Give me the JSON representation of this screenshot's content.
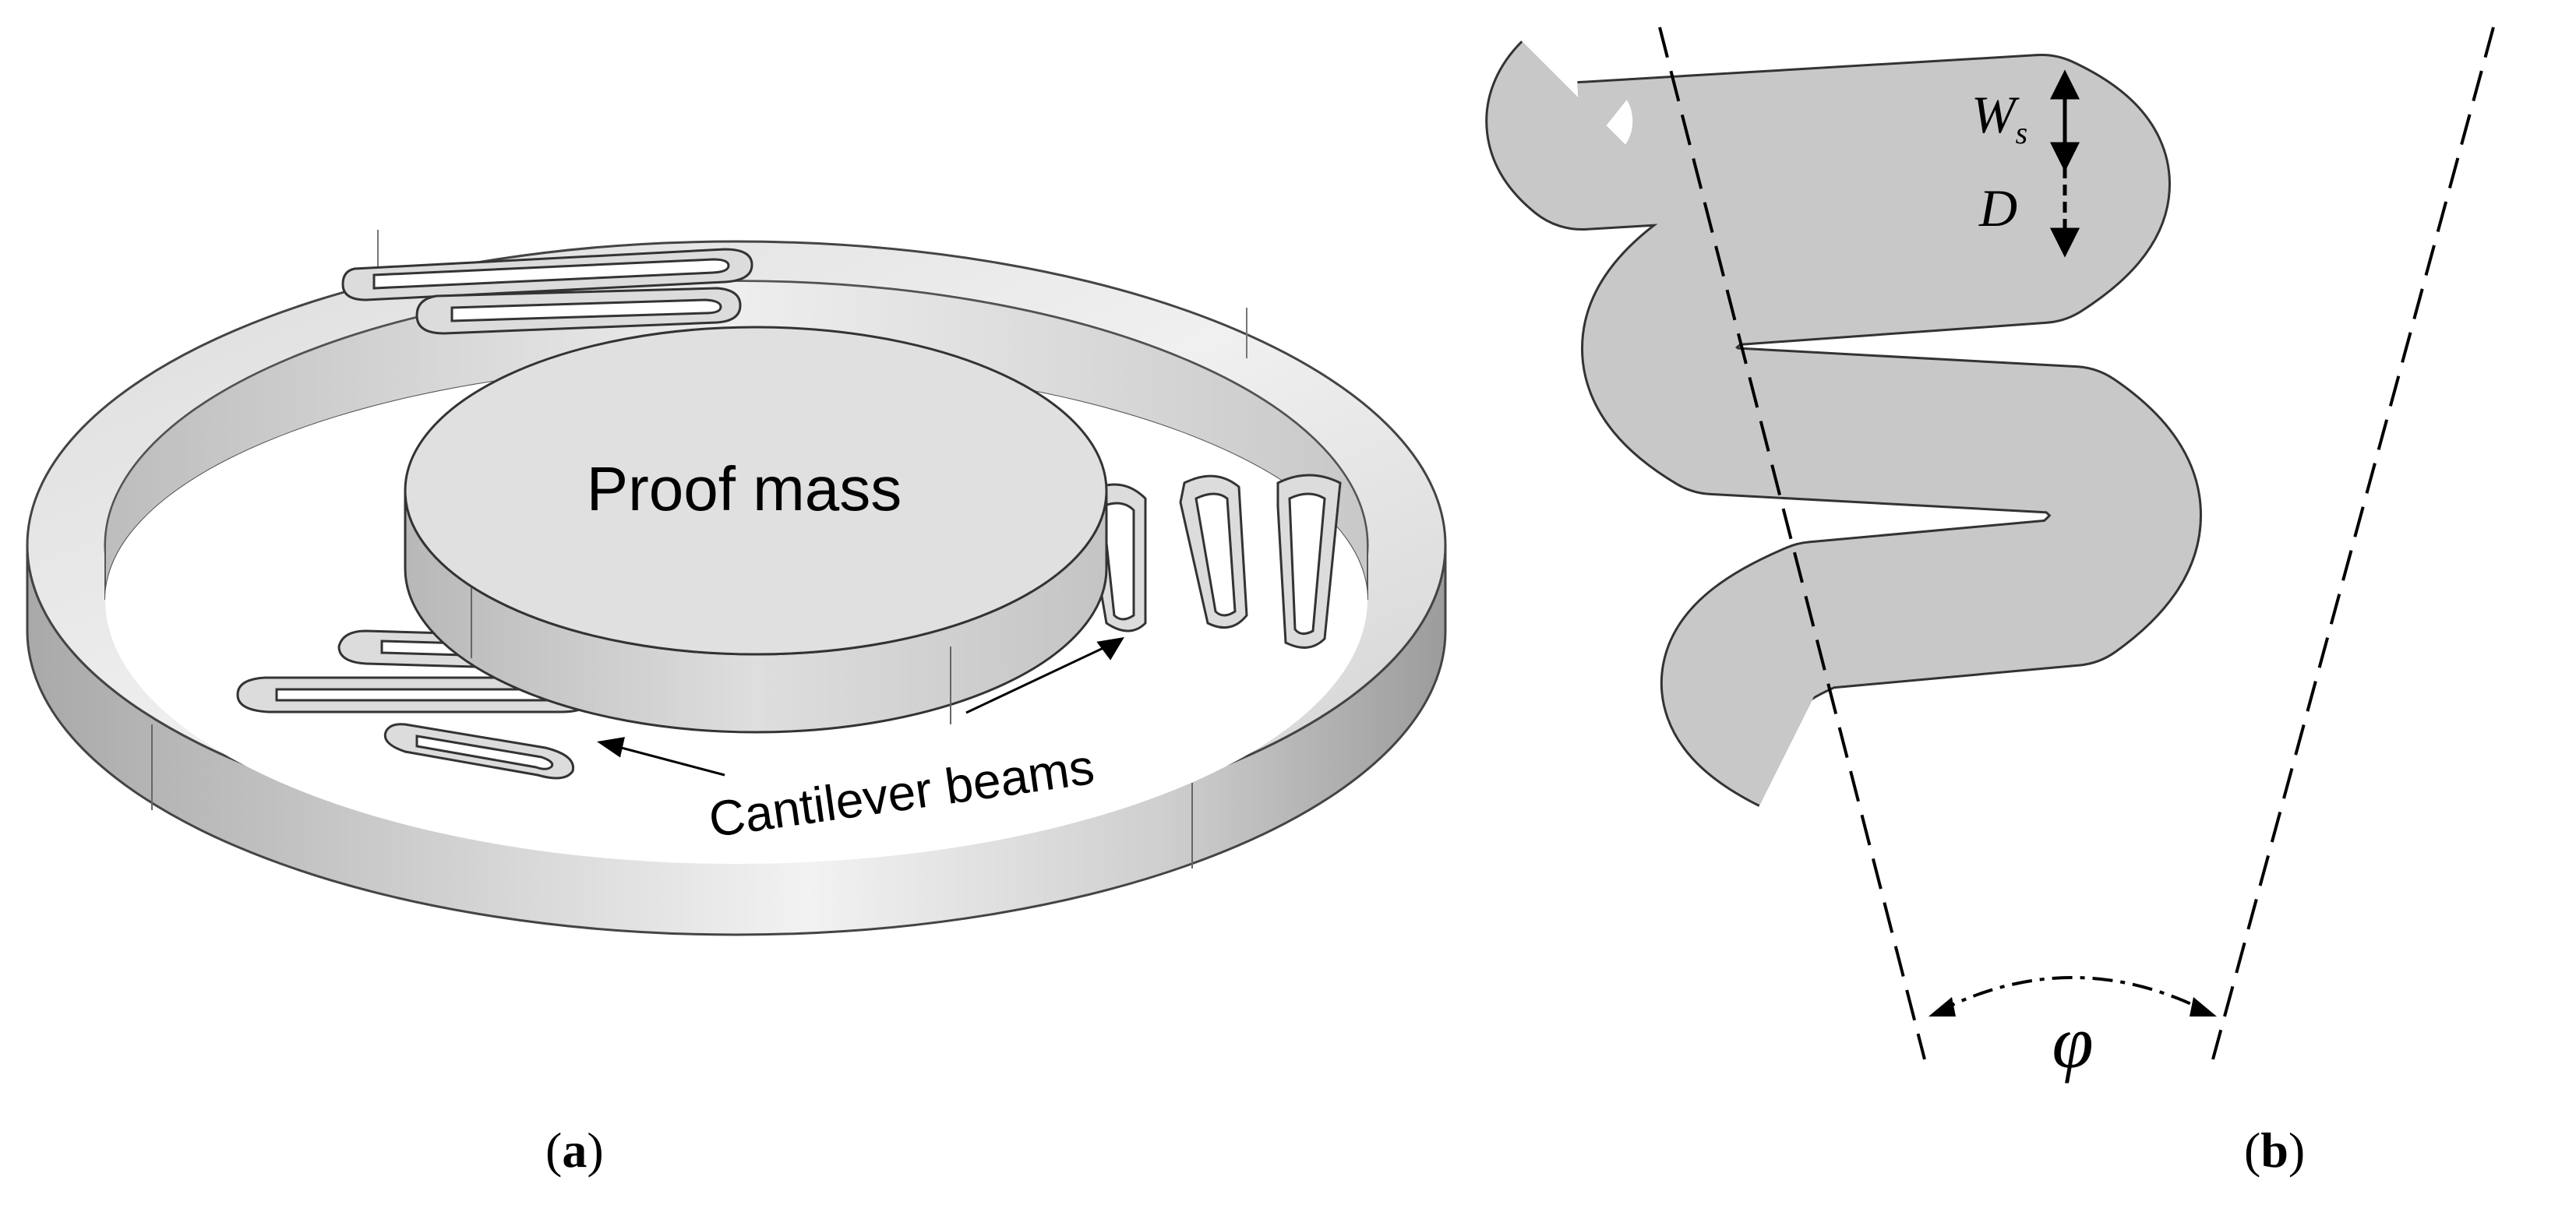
{
  "panel_a": {
    "proof_mass_label": "Proof mass",
    "cantilever_label": "Cantilever beams",
    "caption_letter": "a"
  },
  "panel_b": {
    "width_symbol": "W",
    "width_subscript": "s",
    "gap_symbol": "D",
    "angle_symbol": "φ",
    "caption_letter": "b"
  },
  "colors": {
    "surface": "#d4d4d4",
    "surface_light": "#ececec",
    "surface_dark": "#a8a8a8",
    "outline": "#333333",
    "beam_fill": "#c8c8c8",
    "node_dot": "#2030a0"
  }
}
